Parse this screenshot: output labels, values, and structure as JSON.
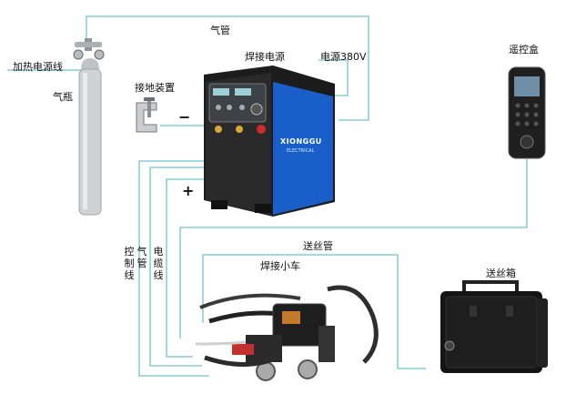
{
  "colors": {
    "wire": "#6fc3cc",
    "cabinet_blue": "#1a5fc9",
    "cabinet_dark": "#1c1c1c",
    "cylinder": "#cfd3d6",
    "box_black": "#141414",
    "remote_black": "#1f1f1f"
  },
  "labels": {
    "heater_power_line": "加热电源线",
    "gas_cylinder": "气瓶",
    "gas_pipe_top": "气管",
    "welding_power": "焊接电源",
    "power_380v": "电源380V",
    "remote_box": "遥控盒",
    "ground_device": "接地装置",
    "minus_sign": "−",
    "plus_sign": "+",
    "control_line": "控制线",
    "gas_pipe_vertical": "气管",
    "cable_line": "电缆线",
    "wire_feed_pipe": "送丝管",
    "welding_tractor": "焊接小车",
    "wire_feeder_box": "送丝箱"
  },
  "logo": {
    "brand": "XIONGGU",
    "sub": "ELECTRICAL"
  },
  "icons": {
    "cylinder": "gas-cylinder-icon",
    "power_source": "welding-power-source-icon",
    "remote": "remote-control-icon",
    "ground_clamp": "ground-clamp-icon",
    "tractor": "welding-tractor-icon",
    "feeder": "wire-feeder-box-icon"
  }
}
